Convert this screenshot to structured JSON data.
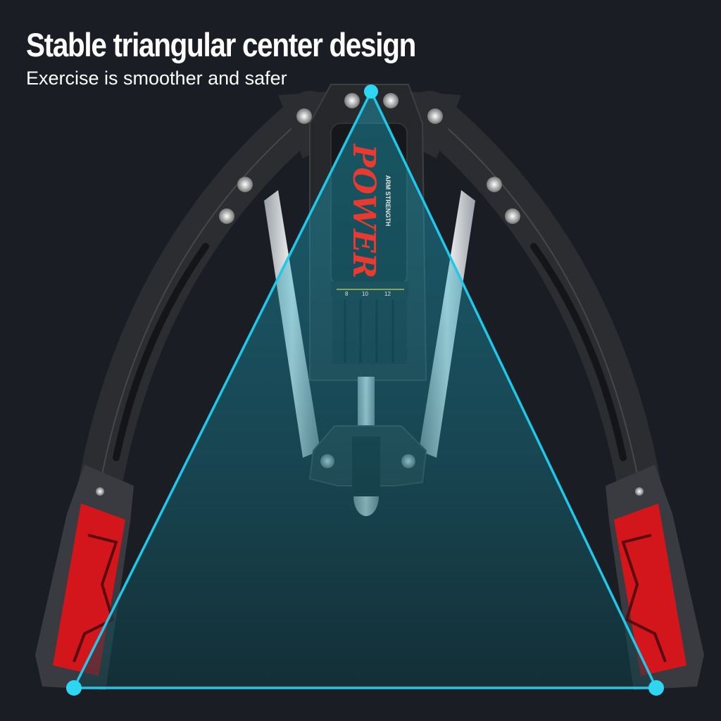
{
  "header": {
    "title": "Stable triangular center design",
    "subtitle": "Exercise is smoother and safer"
  },
  "product": {
    "cylinder_label_small": "ARM STRENGTH",
    "cylinder_label_big": "POWER",
    "scale_marks": [
      "8",
      "10",
      "12"
    ]
  },
  "colors": {
    "background": "#1b1d24",
    "triangle_line": "#1ec8e8",
    "grip_red": "#d3161c",
    "arm_dark": "#2c2d31"
  },
  "icons": {
    "triangle": "triangle-overlay"
  }
}
